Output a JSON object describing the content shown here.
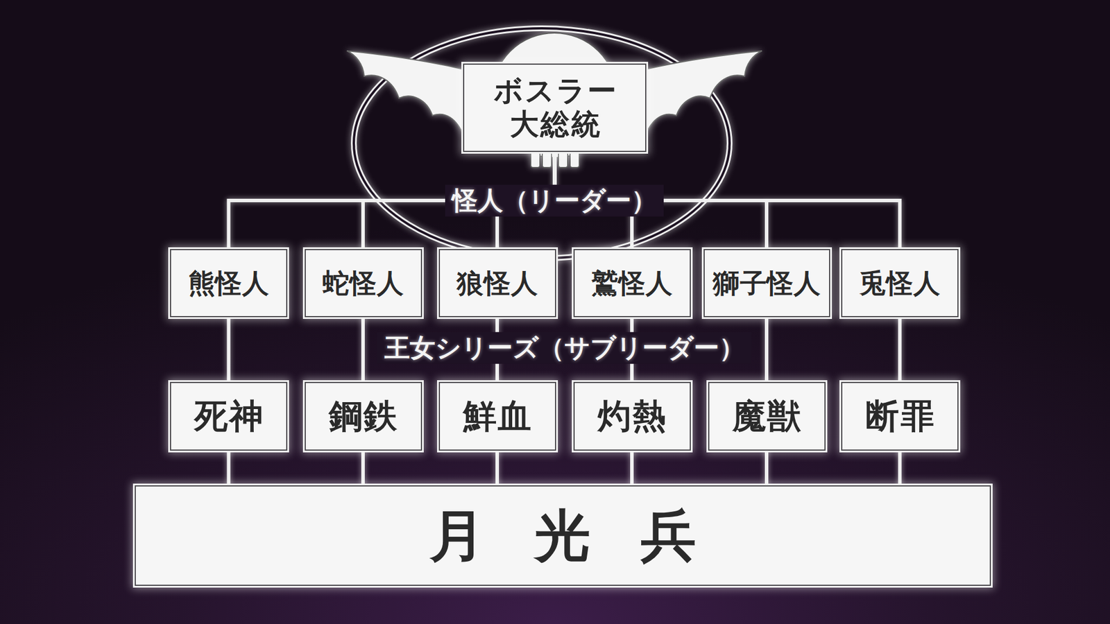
{
  "diagram": {
    "nodes": [
      {
        "text": [
          "ボスラー 大総統"
        ]
      },
      {
        "text": [
          "熊怪人"
        ]
      },
      {
        "text": [
          "蛇怪人"
        ]
      },
      {
        "text": [
          "狼怪人"
        ]
      },
      {
        "text": [
          "鷲怪人"
        ]
      },
      {
        "text": [
          "獅子怪人"
        ]
      },
      {
        "text": [
          "兎怪人"
        ]
      },
      {
        "text": [
          "死神"
        ]
      },
      {
        "text": [
          "鋼鉄"
        ]
      },
      {
        "text": [
          "鮮血"
        ]
      },
      {
        "text": [
          "灼熱"
        ]
      },
      {
        "text": [
          "魔獣"
        ]
      },
      {
        "text": [
          "断罪"
        ]
      },
      {
        "text": [
          "月光兵"
        ]
      }
    ],
    "edges": [
      {
        "from": 0,
        "to": 1,
        "arrow": "none"
      },
      {
        "from": 0,
        "to": 2,
        "arrow": "none"
      },
      {
        "from": 0,
        "to": 3,
        "arrow": "none"
      },
      {
        "from": 0,
        "to": 4,
        "arrow": "none"
      },
      {
        "from": 0,
        "to": 5,
        "arrow": "none"
      },
      {
        "from": 0,
        "to": 6,
        "arrow": "none"
      },
      {
        "from": 1,
        "to": 7,
        "arrow": "none"
      },
      {
        "from": 2,
        "to": 8,
        "arrow": "none"
      },
      {
        "from": 3,
        "to": 9,
        "arrow": "none"
      },
      {
        "from": 4,
        "to": 10,
        "arrow": "none"
      },
      {
        "from": 5,
        "to": 11,
        "arrow": "none"
      },
      {
        "from": 6,
        "to": 12,
        "arrow": "none"
      },
      {
        "from": 7,
        "to": 13,
        "arrow": "none"
      },
      {
        "from": 8,
        "to": 13,
        "arrow": "none"
      },
      {
        "from": 9,
        "to": 13,
        "arrow": "none"
      },
      {
        "from": 10,
        "to": 13,
        "arrow": "none"
      },
      {
        "from": 11,
        "to": 13,
        "arrow": "none"
      },
      {
        "from": 12,
        "to": 13,
        "arrow": "none"
      }
    ],
    "labels": [
      "怪人（リーダー）",
      "王女シリーズ（サブリーダー）"
    ]
  }
}
